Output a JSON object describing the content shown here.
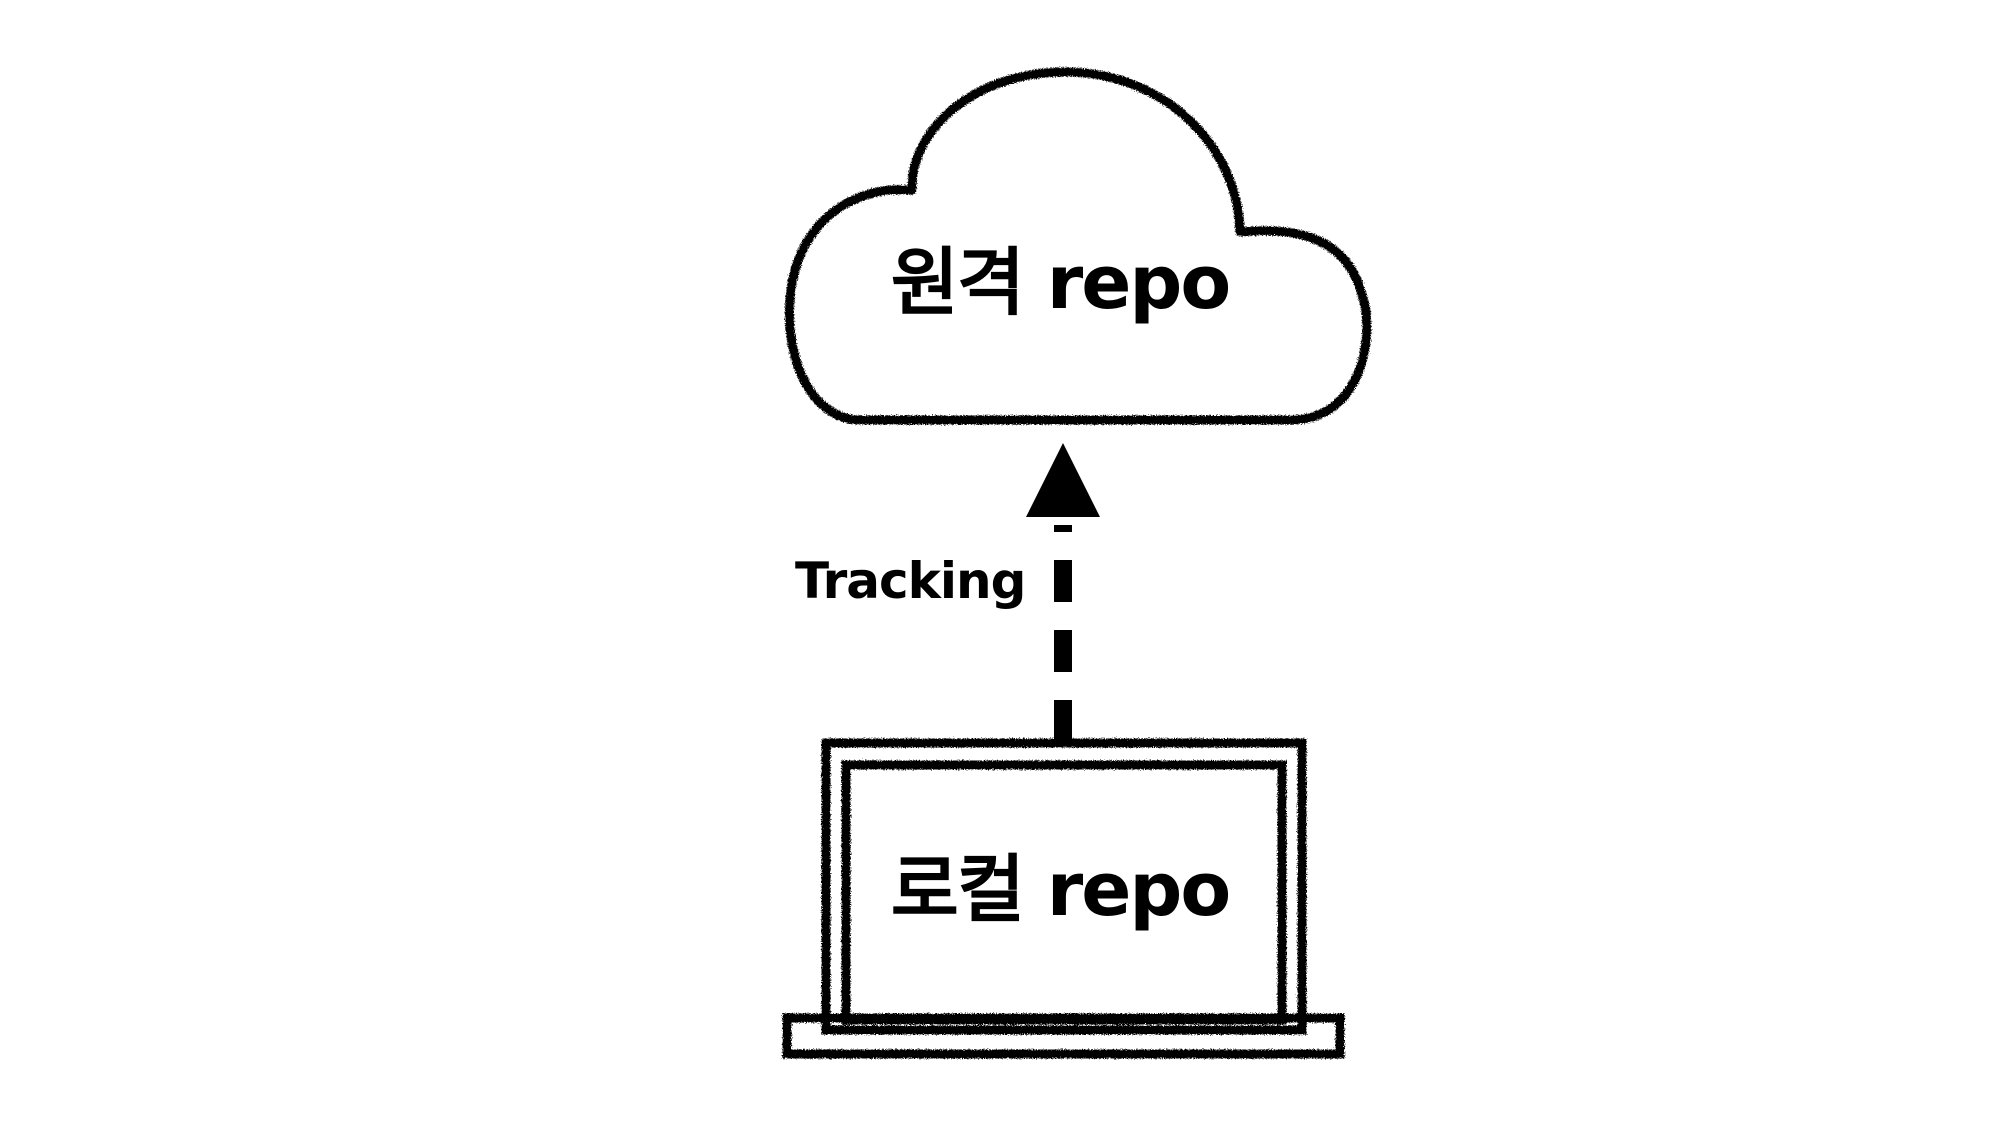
{
  "diagram": {
    "remote": {
      "label": "원격 repo",
      "icon": "cloud-icon"
    },
    "local": {
      "label": "로컬 repo",
      "icon": "laptop-icon"
    },
    "connection": {
      "label": "Tracking",
      "style": "dashed-arrow",
      "direction": "local-to-remote"
    }
  },
  "colors": {
    "background": "#ffffff",
    "stroke": "#000000"
  }
}
